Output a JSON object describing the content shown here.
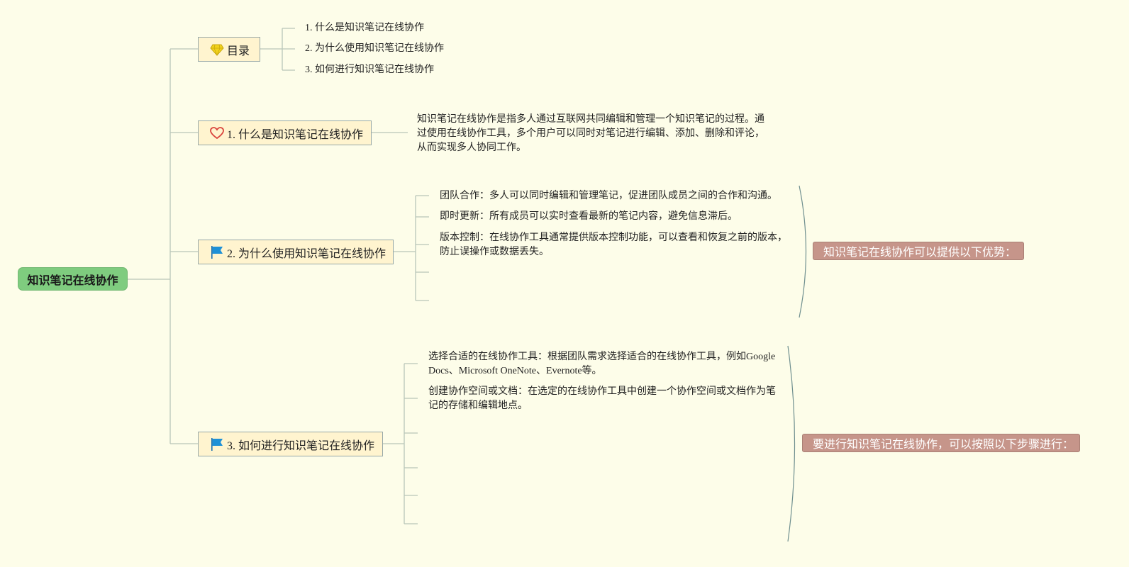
{
  "root": {
    "label": "知识笔记在线协作"
  },
  "branches": [
    {
      "label": "目录",
      "icon": "diamond-icon",
      "children": [
        "1. 什么是知识笔记在线协作",
        "2. 为什么使用知识笔记在线协作",
        "3. 如何进行知识笔记在线协作"
      ]
    },
    {
      "label": "1. 什么是知识笔记在线协作",
      "icon": "heart-icon",
      "detail_lines": [
        "知识笔记在线协作是指多人通过互联网共同编辑和管理一个知识笔记的过程。通",
        "过使用在线协作工具，多个用户可以同时对笔记进行编辑、添加、删除和评论，",
        "从而实现多人协同工作。"
      ]
    },
    {
      "label": "2. 为什么使用知识笔记在线协作",
      "icon": "blue-flag-icon",
      "children": [
        "团队合作：多人可以同时编辑和管理笔记，促进团队成员之间的合作和沟通。",
        "即时更新：所有成员可以实时查看最新的笔记内容，避免信息滞后。",
        [
          "版本控制：在线协作工具通常提供版本控制功能，可以查看和恢复之前的版本，",
          "防止误操作或数据丢失。"
        ]
      ],
      "summary": "知识笔记在线协作可以提供以下优势："
    },
    {
      "label": "3. 如何进行知识笔记在线协作",
      "icon": "blue-flag-icon",
      "children": [
        [
          "选择合适的在线协作工具：根据团队需求选择适合的在线协作工具，例如Google",
          "Docs、Microsoft OneNote、Evernote等。"
        ],
        [
          "创建协作空间或文档：在选定的在线协作工具中创建一个协作空间或文档作为笔",
          "记的存储和编辑地点。"
        ]
      ],
      "summary": "要进行知识笔记在线协作，可以按照以下步骤进行："
    }
  ],
  "colors": {
    "background": "#fdfde9",
    "root_fill": "#7fcc7f",
    "branch_fill": "#fff4cf",
    "summary_fill": "#c6958a",
    "connector": "#b9c6b9",
    "flag": "#1e90d6",
    "heart": "#d9413a",
    "diamond": "#f2d21c"
  }
}
